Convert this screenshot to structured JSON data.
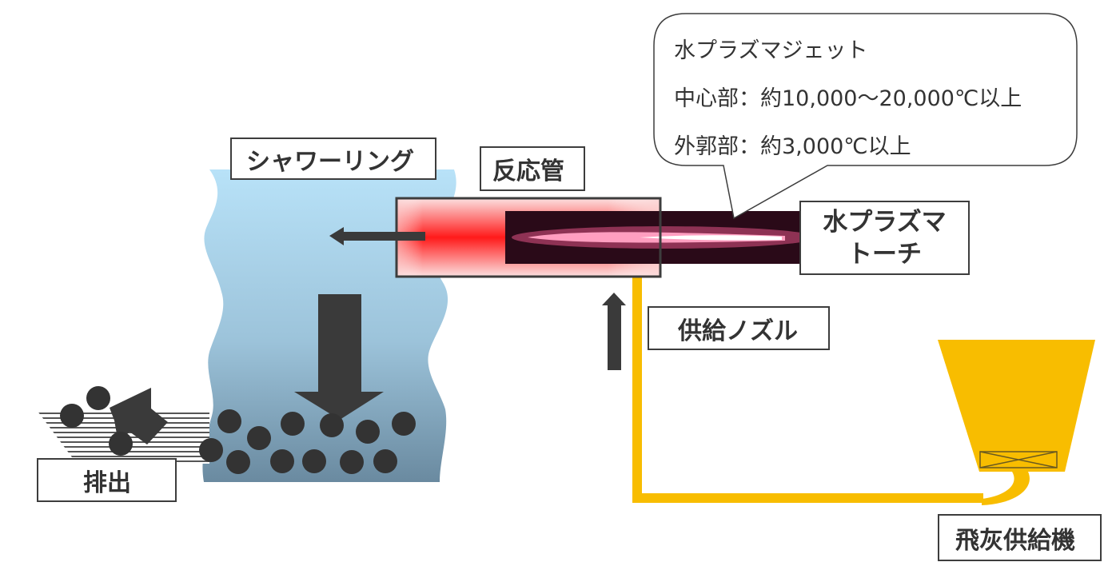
{
  "labels": {
    "shower_ring": "シャワーリング",
    "reaction_tube": "反応管",
    "plasma_torch_line1": "水プラズマ",
    "plasma_torch_line2": "トーチ",
    "supply_nozzle": "供給ノズル",
    "discharge": "排出",
    "fly_ash_feeder": "飛灰供給機"
  },
  "callout": {
    "title": "水プラズマジェット",
    "center": "中心部：約10,000～20,000℃以上",
    "outer": "外郭部：約3,000℃以上"
  },
  "colors": {
    "water": "#a9d8f2",
    "feed_line": "#f5b800",
    "arrow": "#3a3a3a",
    "particle": "#333333"
  }
}
